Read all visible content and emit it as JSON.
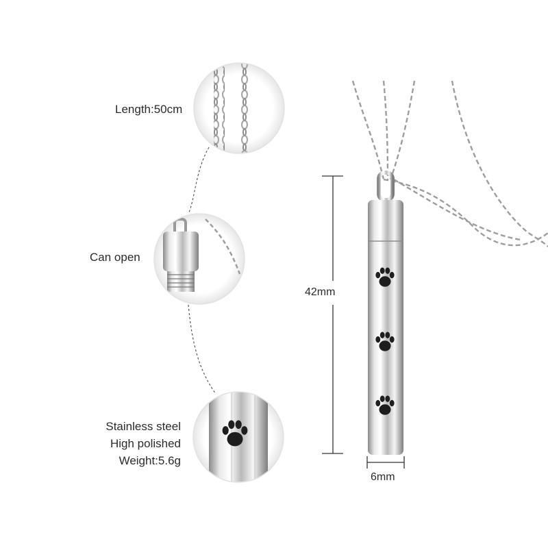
{
  "callouts": {
    "length": "Length:50cm",
    "open": "Can open",
    "material": [
      "Stainless steel",
      "High polished",
      "Weight:5.6g"
    ]
  },
  "dimensions": {
    "height": "42mm",
    "width": "6mm"
  },
  "colors": {
    "steel_light": "#f4f4f4",
    "steel_mid": "#c8c8c8",
    "steel_dark": "#6e6e6e",
    "paw": "#1e1e1e",
    "line": "#333333"
  }
}
